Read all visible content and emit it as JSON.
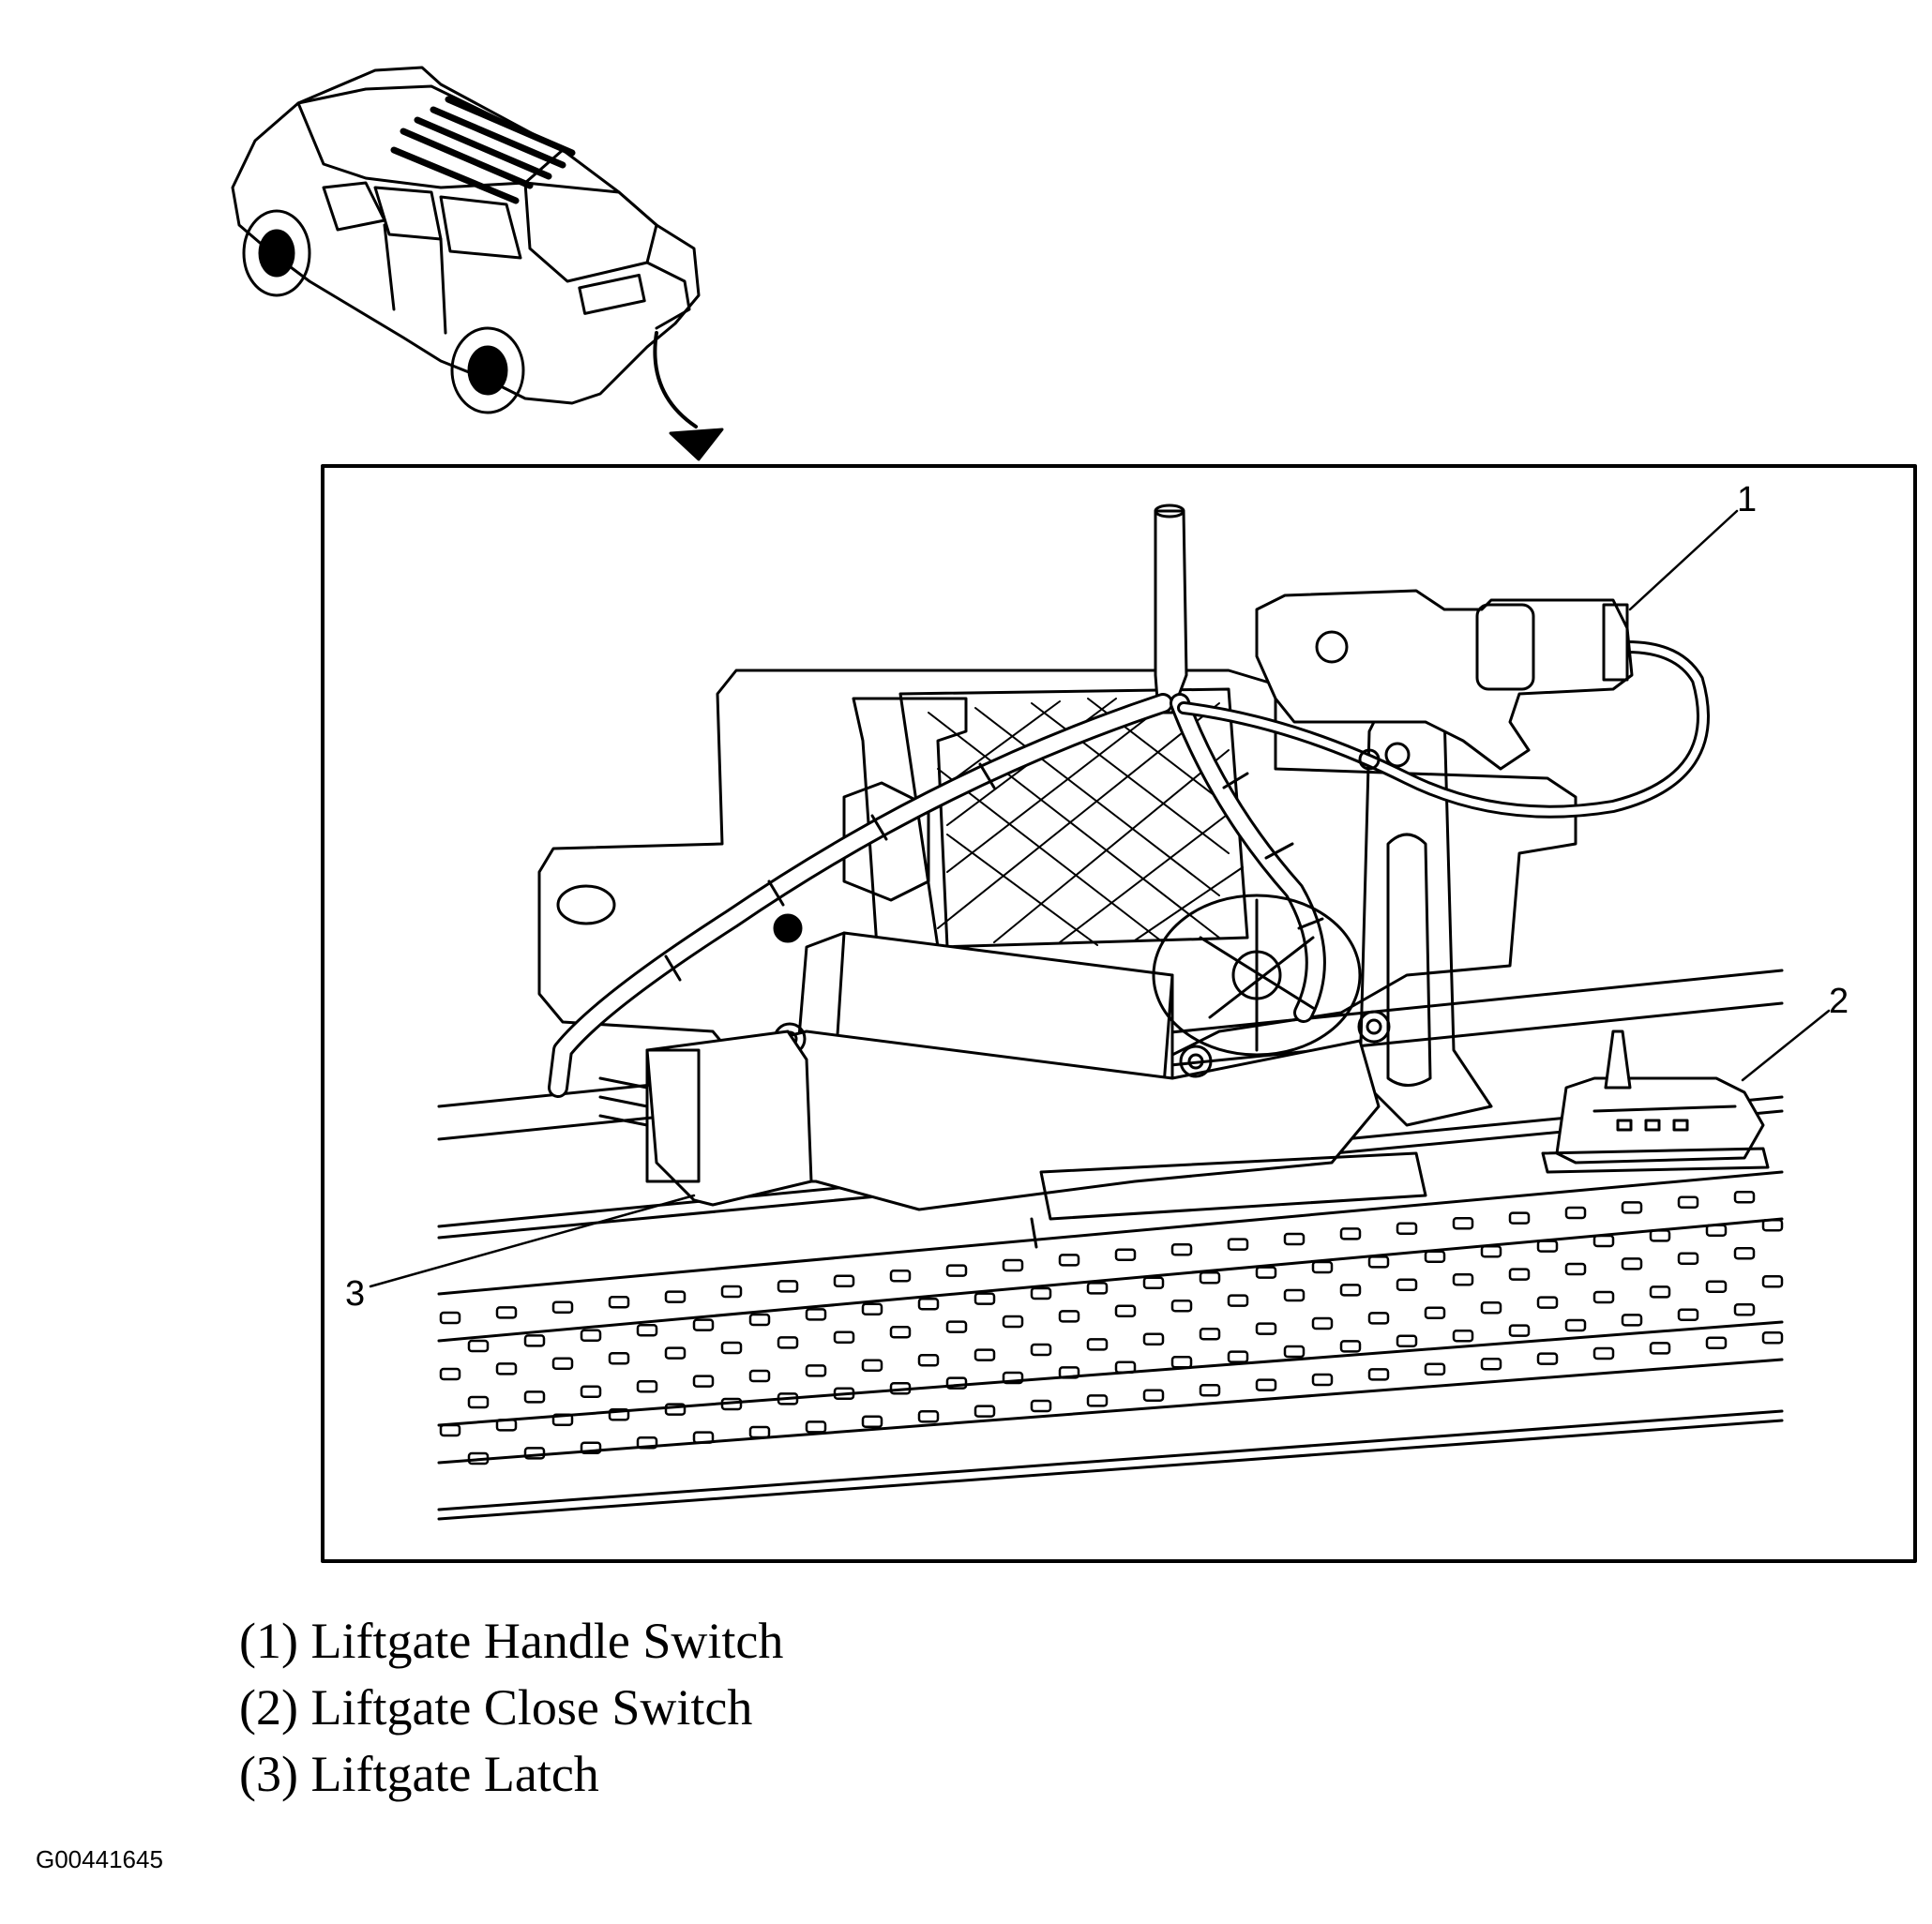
{
  "callouts": [
    {
      "number": "1",
      "label": "Liftgate Handle Switch"
    },
    {
      "number": "2",
      "label": "Liftgate Close Switch"
    },
    {
      "number": "3",
      "label": "Liftgate Latch"
    }
  ],
  "legend": [
    {
      "id": "(1)",
      "text": "Liftgate Handle Switch"
    },
    {
      "id": "(2)",
      "text": "Liftgate Close Switch"
    },
    {
      "id": "(3)",
      "text": "Liftgate Latch"
    }
  ],
  "figure_id": "G00441645"
}
